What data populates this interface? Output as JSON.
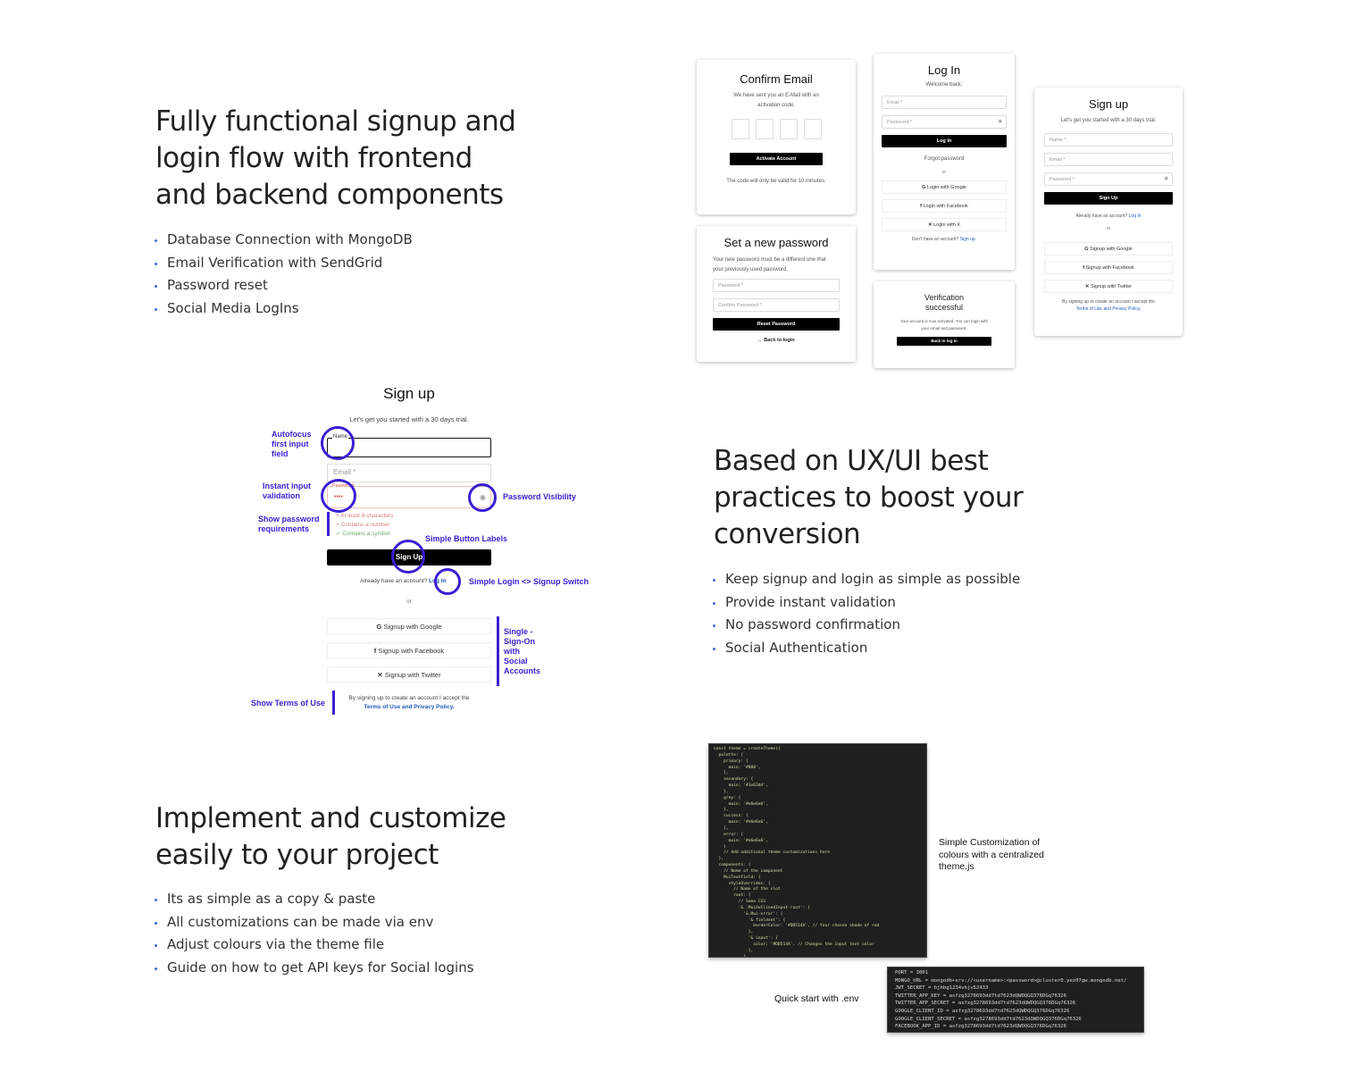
{
  "section1": {
    "title_lines": [
      "Fully functional signup and",
      "login flow with frontend",
      "and backend components"
    ],
    "bullets": [
      "Database Connection with MongoDB",
      "Email Verification with SendGrid",
      "Password reset",
      "Social Media LogIns"
    ]
  },
  "confirm_card": {
    "title": "Confirm Email",
    "text_lines": [
      "We have sent you an E-Mail with an",
      "activation code."
    ],
    "button": "Activate Account",
    "note": "The code will only be valid for 10 minutes."
  },
  "reset_card": {
    "title": "Set a new password",
    "text_lines": [
      "Your new password must be a different one that",
      "your previously used password."
    ],
    "password_placeholder": "Password *",
    "confirm_placeholder": "Confirm Password *",
    "button": "Reset Password",
    "back": "Back to login"
  },
  "login_card": {
    "title": "Log In",
    "subtitle": "Welcome back.",
    "email_placeholder": "Email *",
    "password_placeholder": "Password *",
    "button": "Log In",
    "forgot": "Forgot password",
    "or": "or",
    "google": "Login with Google",
    "facebook": "Login with Facebook",
    "x": "Login with X",
    "no_account": "Don't have an account?",
    "signup_link": "Sign up."
  },
  "verify_card": {
    "title_lines": [
      "Verification",
      "successful"
    ],
    "text_lines": [
      "Your account is now activated. You can login with",
      "your email and password."
    ],
    "button": "Back to log in"
  },
  "signup_card": {
    "title": "Sign up",
    "subtitle": "Let's get you started with a 30 days trial.",
    "name_placeholder": "Name *",
    "email_placeholder": "Email *",
    "password_placeholder": "Password *",
    "button": "Sign Up",
    "have_account": "Already have an account?",
    "login_link": "Log In",
    "or": "or",
    "google": "Signup with Google",
    "facebook": "Signup with Facebook",
    "twitter": "Signup with Twitter",
    "terms_text": "By signing up to create an account I accept the",
    "terms_link": "Terms of Use and Privacy Policy."
  },
  "big_signup": {
    "title": "Sign up",
    "subtitle": "Let's get you started with a 30 days trial.",
    "name_label": "Name",
    "email_placeholder": "Email *",
    "password_label": "Password",
    "password_value": "••••",
    "requirements": [
      {
        "text": "At least 8 characters",
        "ok": false
      },
      {
        "text": "Contains a number",
        "ok": false
      },
      {
        "text": "Contains a symbol",
        "ok": true
      }
    ],
    "button": "Sign Up",
    "have_account": "Already have an account?",
    "login_link": "Log In",
    "or": "or",
    "google": "Signup with Google",
    "facebook": "Signup with Facebook",
    "twitter": "Signup with Twitter",
    "terms_text": "By signing up to create an account I accept the",
    "terms_link": "Terms of Use and Privacy Policy."
  },
  "annotations": {
    "autofocus": "Autofocus first input field",
    "instant": "Instant input validation",
    "requirements": "Show password requirements",
    "visibility": "Password Visibility",
    "button_labels": "Simple Button Labels",
    "switch": "Simple Login <> Signup Switch",
    "sso": "Single - Sign-On with Social Accounts",
    "terms": "Show Terms of Use"
  },
  "section2": {
    "title_lines": [
      "Based on UX/UI best",
      "practices to boost your",
      "conversion"
    ],
    "bullets": [
      "Keep signup and login as simple as possible",
      "Provide instant validation",
      "No password confirmation",
      "Social Authentication"
    ]
  },
  "section3": {
    "title_lines": [
      "Implement and customize",
      "easily to your project"
    ],
    "bullets": [
      "Its as simple as a copy & paste",
      "All customizations can be made via env",
      "Adjust colours via the theme file",
      "Guide on how to get API keys for Social logins"
    ]
  },
  "theme_caption": "Simple Customization of colours with a centralized theme.js",
  "env_caption": "Quick start with .env",
  "theme_code": "const theme = createTheme({\n  palette: {\n    primary: {\n      main: '#000',\n    },\n    secondary: {\n      main: '#1e63dd',\n    },\n    grey: {\n      main: '#e6e6e6',\n    },\n    success: {\n      main: '#e6e6e6',\n    },\n    error: {\n      main: '#e6e6e6',\n    }\n    // Add additional theme customizations here\n  },\n  components: {\n    // Name of the component\n    MuiTextField: {\n      styleOverrides: {\n        // Name of the slot\n        root: {\n          // Some CSS\n          '& .MuiOutlinedInput-root': {\n            '&.Mui-error': {\n              '& fieldset': {\n                borderColor: '#DD514A', // Your chosen shade of red\n              },\n              '& input': {\n                color: '#DD514A', // Changes the input text color\n              },\n            },",
  "env_code": "PORT = 3001\nMONGO_URL = mongodb+srv://<username>:<password>@cluster0.yez07gw.mongodb.net/\nJWT_SECRET = bjhbg1234vhjv52433\nTWITTER_APP_KEY = asfzg3278693dd7td7623dQWDQGQ376DGq76326\nTWITTER_APP_SECRET = asfzg3278693dd7td7623dQWDQGQ376DGq76326\nGOOGLE_CLIENT_ID = asfzg3278693dd7td7623dQWDQGQ376DGq76326\nGOOGLE_CLIENT_SECRET = asfzg3278693dd7td7623dQWDQGQ376DGq76326\nFACEBOOK_APP_ID = asfzg3278693dd7td7623dQWDQGQ376DGq76326",
  "colors": {
    "accent": "#3a1fd1",
    "link": "#1e5bb8",
    "error": "#d9534f",
    "success": "#4caf50"
  }
}
